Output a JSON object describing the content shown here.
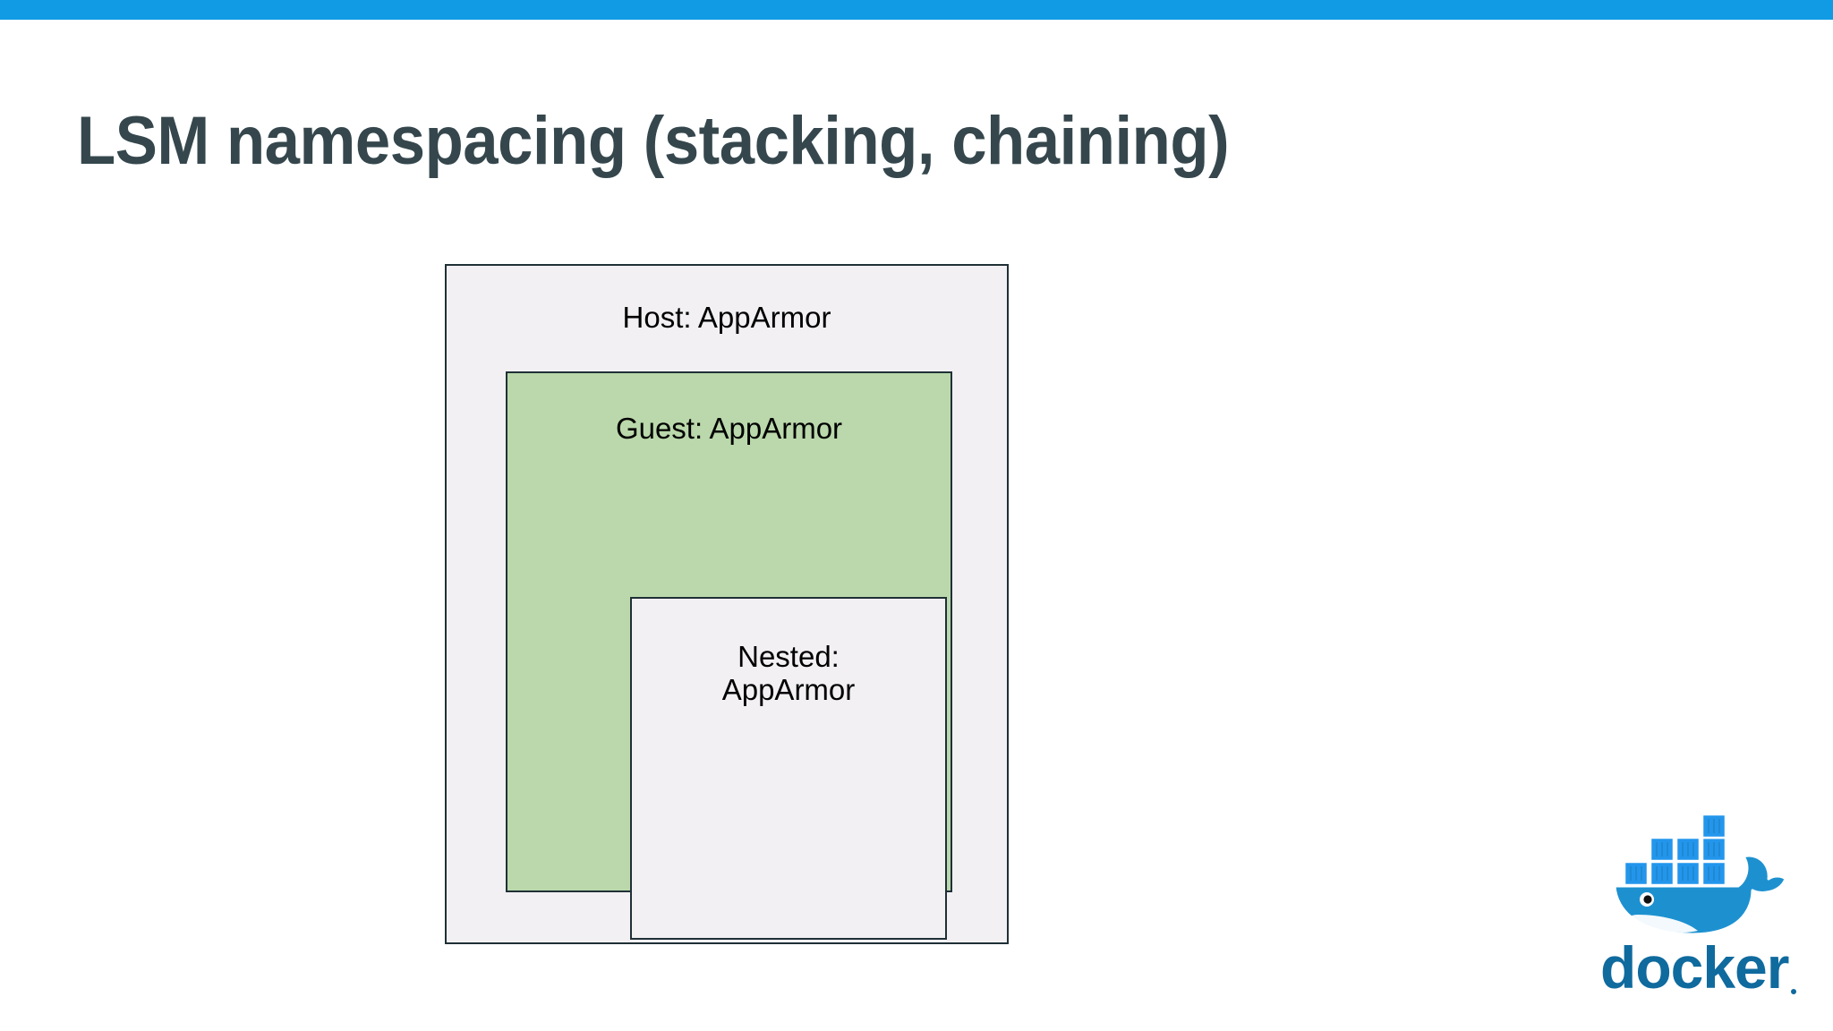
{
  "slide": {
    "title": "LSM namespacing (stacking, chaining)",
    "accent_bar_color": "#119be4",
    "title_color": "#35474d",
    "background_color": "#ffffff"
  },
  "diagram": {
    "type": "nested-boxes",
    "boxes": [
      {
        "id": "host",
        "label": "Host: AppArmor",
        "fill": "#f2f0f3",
        "stroke": "#1f3036",
        "level": 0
      },
      {
        "id": "guest",
        "label": "Guest: AppArmor",
        "fill": "#bad8ab",
        "stroke": "#1f3036",
        "level": 1
      },
      {
        "id": "nested",
        "label": "Nested:\nAppArmor",
        "fill": "#f2f0f3",
        "stroke": "#1f3036",
        "level": 2
      }
    ]
  },
  "logo": {
    "name": "docker",
    "wordmark": "docker",
    "whale_color": "#1d91d0",
    "whale_light_color": "#2396ec",
    "wordmark_color": "#0f6a9e"
  }
}
